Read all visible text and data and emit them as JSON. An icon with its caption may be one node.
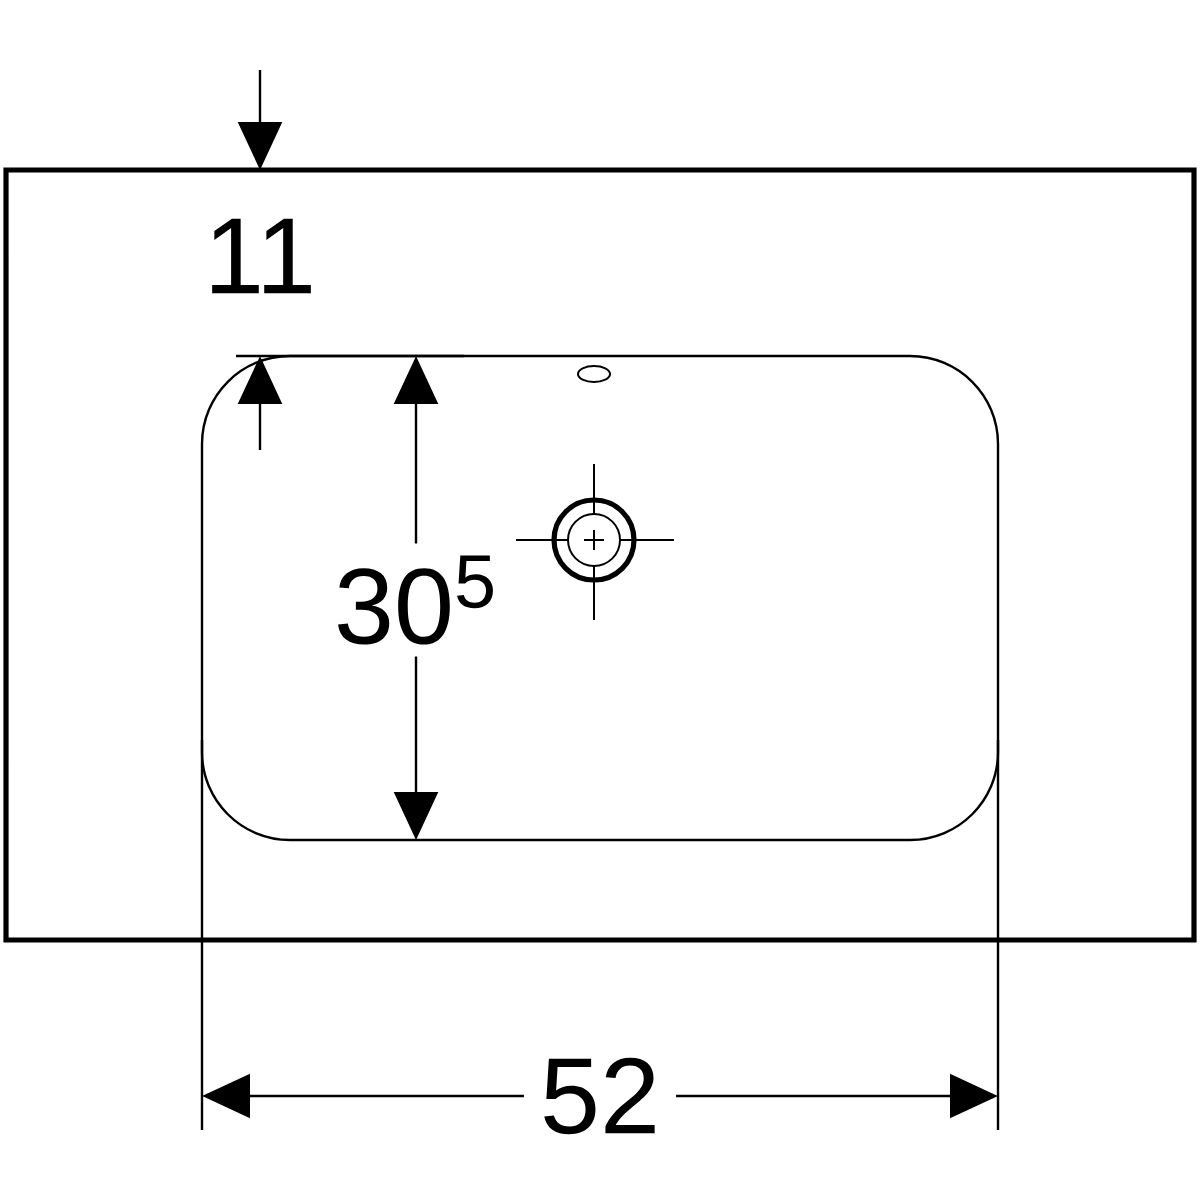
{
  "diagram": {
    "labels": [
      "11",
      "30$^{5}$",
      "52"
    ]
  }
}
